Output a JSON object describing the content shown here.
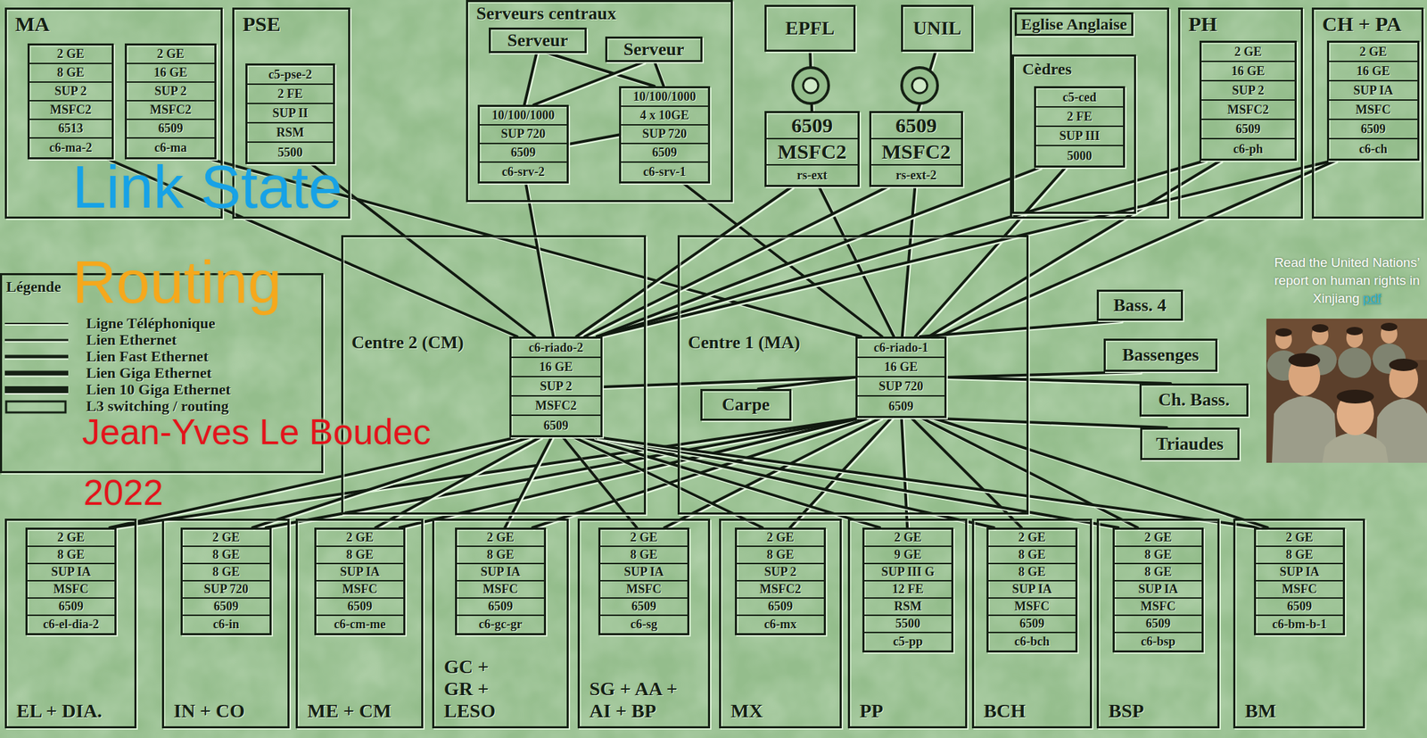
{
  "diagram": {
    "title": "Link State Routing",
    "nodes": [
      {
        "text": [
          "MA"
        ]
      },
      {
        "text": [
          "2 GE",
          "8 GE",
          "SUP 2",
          "MSFC2",
          "6513",
          "c6-ma-2"
        ],
        "in": 0
      },
      {
        "text": [
          "2 GE",
          "16 GE",
          "SUP 2",
          "MSFC2",
          "6509",
          "c6-ma"
        ],
        "in": 0
      },
      {
        "text": [
          "PSE"
        ]
      },
      {
        "text": [
          "c5-pse-2",
          "2 FE",
          "SUP II",
          "RSM",
          "5500"
        ],
        "in": 3
      },
      {
        "text": [
          "Serveurs centraux"
        ]
      },
      {
        "text": [
          "Serveur"
        ],
        "in": 5
      },
      {
        "text": [
          "Serveur"
        ],
        "in": 5
      },
      {
        "text": [
          "10/100/1000",
          "SUP 720",
          "6509",
          "c6-srv-2"
        ],
        "in": 5
      },
      {
        "text": [
          "10/100/1000",
          "4 x 10GE",
          "SUP 720",
          "6509",
          "c6-srv-1"
        ],
        "in": 5
      },
      {
        "text": [
          "EPFL"
        ]
      },
      {
        "text": [
          "UNIL"
        ]
      },
      {
        "text": [
          "6509",
          "MSFC2",
          "rs-ext"
        ]
      },
      {
        "text": [
          "6509",
          "MSFC2",
          "rs-ext-2"
        ]
      },
      {
        "text": [
          "Eglise Anglaise"
        ]
      },
      {
        "text": [
          "Cèdres"
        ],
        "in": 14
      },
      {
        "text": [
          "c5-ced",
          "2 FE",
          "SUP III",
          "5000"
        ],
        "in": 15
      },
      {
        "text": [
          "PH"
        ]
      },
      {
        "text": [
          "2 GE",
          "16 GE",
          "SUP 2",
          "MSFC2",
          "6509",
          "c6-ph"
        ],
        "in": 17
      },
      {
        "text": [
          "CH + PA"
        ]
      },
      {
        "text": [
          "2 GE",
          "16 GE",
          "SUP IA",
          "MSFC",
          "6509",
          "c6-ch"
        ],
        "in": 19
      },
      {
        "text": [
          "Centre 2 (CM)"
        ]
      },
      {
        "text": [
          "c6-riado-2",
          "16 GE",
          "SUP 2",
          "MSFC2",
          "6509"
        ],
        "in": 21
      },
      {
        "text": [
          "Centre 1 (MA)"
        ]
      },
      {
        "text": [
          "c6-riado-1",
          "16 GE",
          "SUP 720",
          "6509"
        ],
        "in": 23
      },
      {
        "text": [
          "Carpe"
        ],
        "in": 23
      },
      {
        "text": [
          "Bass. 4"
        ]
      },
      {
        "text": [
          "Bassenges"
        ]
      },
      {
        "text": [
          "Ch. Bass."
        ]
      },
      {
        "text": [
          "Triaudes"
        ]
      },
      {
        "text": [
          "EL + DIA."
        ]
      },
      {
        "text": [
          "2 GE",
          "8 GE",
          "SUP IA",
          "MSFC",
          "6509",
          "c6-el-dia-2"
        ],
        "in": 30
      },
      {
        "text": [
          "IN + CO"
        ]
      },
      {
        "text": [
          "2 GE",
          "8 GE",
          "8 GE",
          "SUP 720",
          "6509",
          "c6-in"
        ],
        "in": 32
      },
      {
        "text": [
          "ME + CM"
        ]
      },
      {
        "text": [
          "2 GE",
          "8 GE",
          "SUP IA",
          "MSFC",
          "6509",
          "c6-cm-me"
        ],
        "in": 34
      },
      {
        "text": [
          "GC + GR + LESO"
        ]
      },
      {
        "text": [
          "2 GE",
          "8 GE",
          "SUP IA",
          "MSFC",
          "6509",
          "c6-gc-gr"
        ],
        "in": 36
      },
      {
        "text": [
          "SG + AA + AI + BP"
        ]
      },
      {
        "text": [
          "2 GE",
          "8 GE",
          "SUP IA",
          "MSFC",
          "6509",
          "c6-sg"
        ],
        "in": 38
      },
      {
        "text": [
          "MX"
        ]
      },
      {
        "text": [
          "2 GE",
          "8 GE",
          "SUP 2",
          "MSFC2",
          "6509",
          "c6-mx"
        ],
        "in": 40
      },
      {
        "text": [
          "PP"
        ]
      },
      {
        "text": [
          "2 GE",
          "9 GE",
          "SUP III G",
          "12 FE",
          "RSM",
          "5500",
          "c5-pp"
        ],
        "in": 42
      },
      {
        "text": [
          "BCH"
        ]
      },
      {
        "text": [
          "2 GE",
          "8 GE",
          "8 GE",
          "SUP IA",
          "MSFC",
          "6509",
          "c6-bch"
        ],
        "in": 44
      },
      {
        "text": [
          "BSP"
        ]
      },
      {
        "text": [
          "2 GE",
          "8 GE",
          "8 GE",
          "SUP IA",
          "MSFC",
          "6509",
          "c6-bsp"
        ],
        "in": 46
      },
      {
        "text": [
          "BM"
        ]
      },
      {
        "text": [
          "2 GE",
          "8 GE",
          "SUP IA",
          "MSFC",
          "6509",
          "c6-bm-b-1"
        ],
        "in": 48
      }
    ],
    "edges": [
      {
        "from": 1,
        "to": 22,
        "arrow": "none"
      },
      {
        "from": 2,
        "to": 24,
        "arrow": "none"
      },
      {
        "from": 4,
        "to": 22,
        "arrow": "none"
      },
      {
        "from": 6,
        "to": 8,
        "arrow": "none"
      },
      {
        "from": 6,
        "to": 9,
        "arrow": "none"
      },
      {
        "from": 7,
        "to": 8,
        "arrow": "none"
      },
      {
        "from": 7,
        "to": 9,
        "arrow": "none"
      },
      {
        "from": 8,
        "to": 9,
        "arrow": "none"
      },
      {
        "from": 8,
        "to": 22,
        "arrow": "none"
      },
      {
        "from": 9,
        "to": 24,
        "arrow": "none"
      },
      {
        "from": 10,
        "to": 12,
        "arrow": "none"
      },
      {
        "from": 11,
        "to": 13,
        "arrow": "none"
      },
      {
        "from": 12,
        "to": 22,
        "arrow": "none"
      },
      {
        "from": 12,
        "to": 24,
        "arrow": "none"
      },
      {
        "from": 13,
        "to": 22,
        "arrow": "none"
      },
      {
        "from": 13,
        "to": 24,
        "arrow": "none"
      },
      {
        "from": 16,
        "to": 22,
        "arrow": "none"
      },
      {
        "from": 16,
        "to": 24,
        "arrow": "none"
      },
      {
        "from": 18,
        "to": 22,
        "arrow": "none"
      },
      {
        "from": 18,
        "to": 24,
        "arrow": "none"
      },
      {
        "from": 20,
        "to": 22,
        "arrow": "none"
      },
      {
        "from": 20,
        "to": 24,
        "arrow": "none"
      },
      {
        "from": 22,
        "to": 24,
        "arrow": "none"
      },
      {
        "from": 24,
        "to": 25,
        "arrow": "none"
      },
      {
        "from": 24,
        "to": 26,
        "arrow": "none"
      },
      {
        "from": 24,
        "to": 27,
        "arrow": "none"
      },
      {
        "from": 24,
        "to": 28,
        "arrow": "none"
      },
      {
        "from": 24,
        "to": 29,
        "arrow": "none"
      },
      {
        "from": 31,
        "to": 22,
        "arrow": "none"
      },
      {
        "from": 31,
        "to": 24,
        "arrow": "none"
      },
      {
        "from": 33,
        "to": 22,
        "arrow": "none"
      },
      {
        "from": 33,
        "to": 24,
        "arrow": "none"
      },
      {
        "from": 35,
        "to": 22,
        "arrow": "none"
      },
      {
        "from": 35,
        "to": 24,
        "arrow": "none"
      },
      {
        "from": 37,
        "to": 22,
        "arrow": "none"
      },
      {
        "from": 37,
        "to": 24,
        "arrow": "none"
      },
      {
        "from": 39,
        "to": 22,
        "arrow": "none"
      },
      {
        "from": 39,
        "to": 24,
        "arrow": "none"
      },
      {
        "from": 41,
        "to": 22,
        "arrow": "none"
      },
      {
        "from": 41,
        "to": 24,
        "arrow": "none"
      },
      {
        "from": 43,
        "to": 22,
        "arrow": "none"
      },
      {
        "from": 43,
        "to": 24,
        "arrow": "none"
      },
      {
        "from": 45,
        "to": 22,
        "arrow": "none"
      },
      {
        "from": 45,
        "to": 24,
        "arrow": "none"
      },
      {
        "from": 47,
        "to": 22,
        "arrow": "none"
      },
      {
        "from": 47,
        "to": 24,
        "arrow": "none"
      },
      {
        "from": 49,
        "to": 22,
        "arrow": "none"
      },
      {
        "from": 49,
        "to": 24,
        "arrow": "none"
      }
    ],
    "labels": [
      "Légende",
      "Jean-Yves Le Boudec",
      "2022",
      "Read the United Nations’ report on human rights in Xinjiang",
      "pdf"
    ],
    "legend": [
      {
        "text": "Ligne Téléphonique"
      },
      {
        "text": "Lien Ethernet"
      },
      {
        "text": "Lien Fast Ethernet"
      },
      {
        "text": "Lien Giga Ethernet"
      },
      {
        "text": "Lien 10 Giga Ethernet"
      },
      {
        "text": "L3 switching / routing"
      }
    ]
  }
}
